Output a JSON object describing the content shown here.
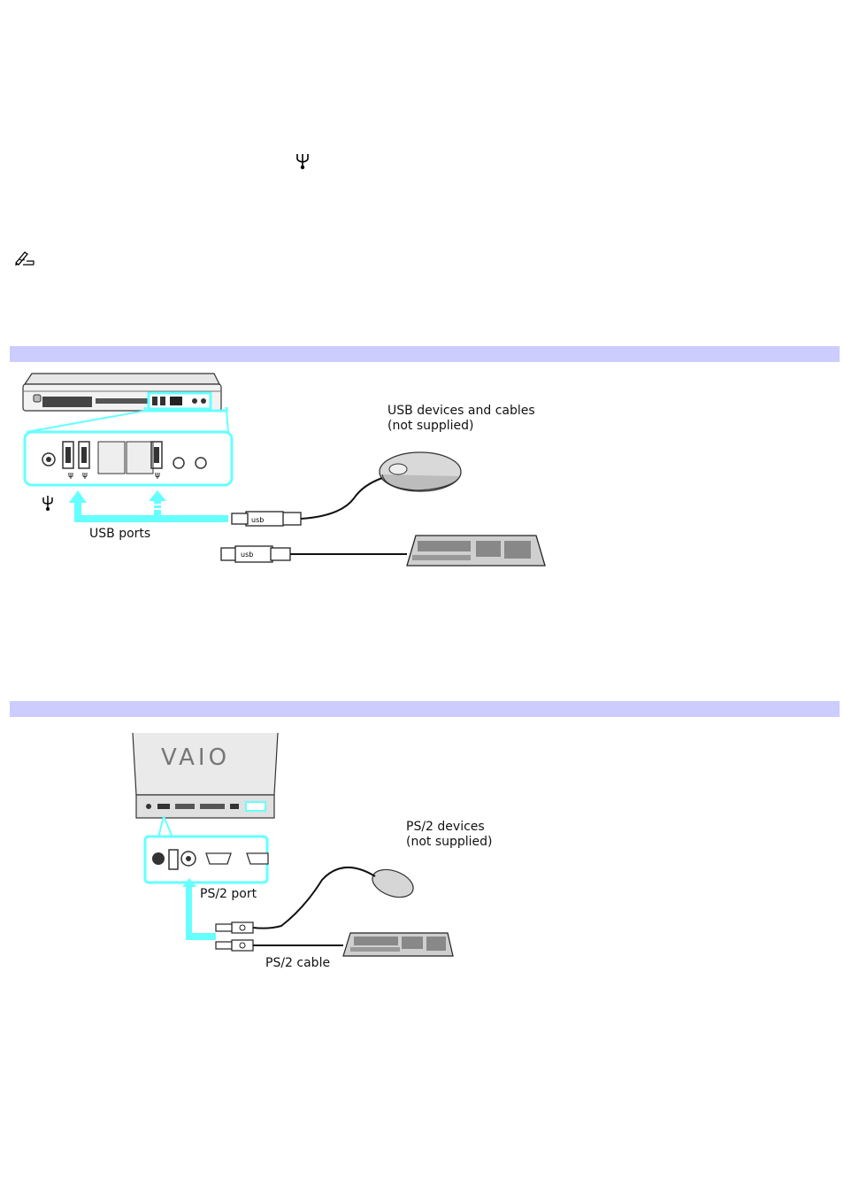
{
  "icons": {
    "usb_symbol": "usb-icon",
    "note_symbol": "note-pencil-icon"
  },
  "colors": {
    "section_band": "#ccccff",
    "callout_cyan": "#66ffff",
    "page_background": "#ffffff"
  },
  "usb_figure": {
    "devices_label_line1": "USB devices and cables",
    "devices_label_line2": "(not supplied)",
    "ports_label": "USB ports"
  },
  "ps2_figure": {
    "devices_label_line1": "PS/2 devices",
    "devices_label_line2": "(not supplied)",
    "port_label": "PS/2 port",
    "cable_label": "PS/2 cable"
  }
}
